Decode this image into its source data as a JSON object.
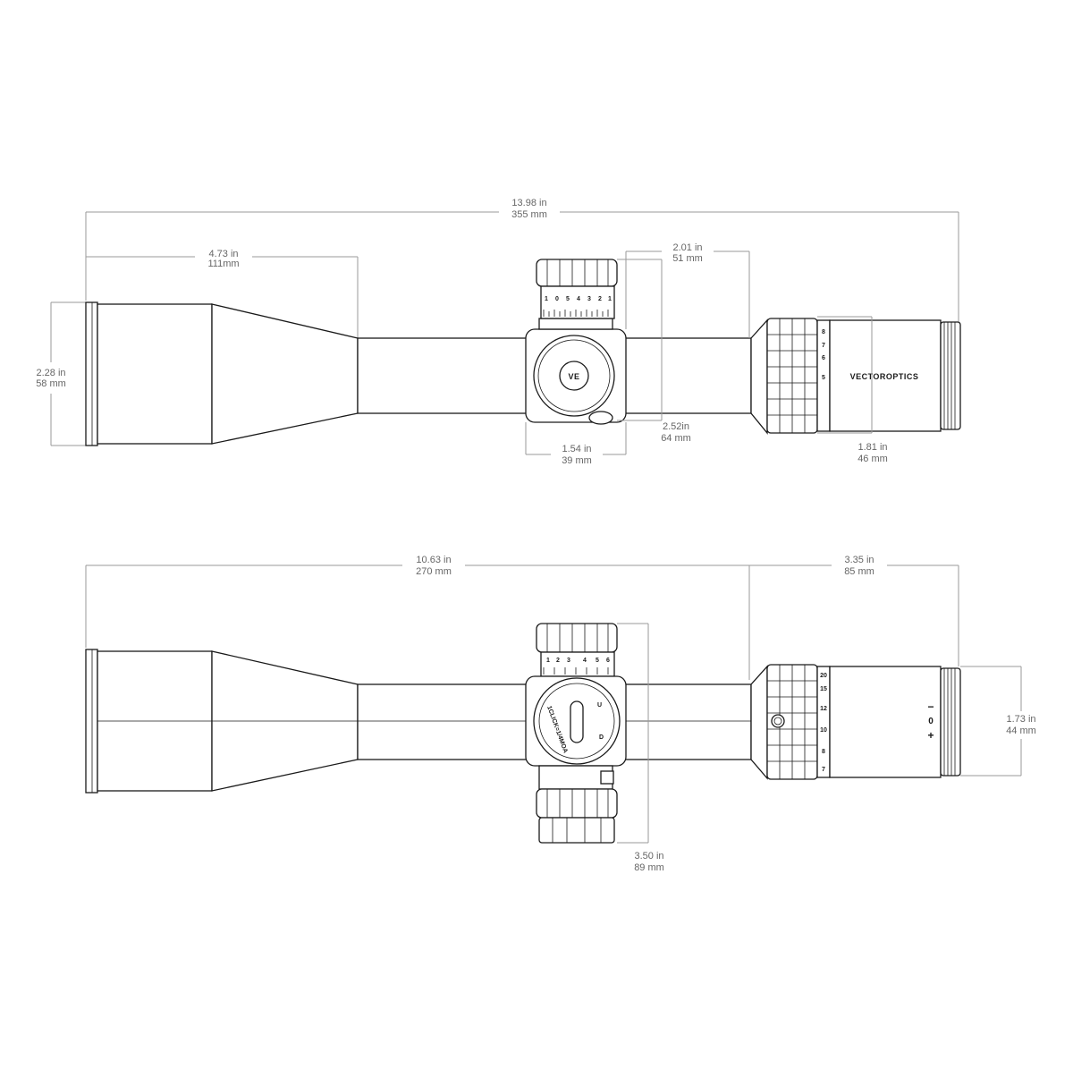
{
  "top_view": {
    "overall_length": {
      "in": "13.98 in",
      "mm": "355 mm"
    },
    "objective_bell_length": {
      "in": "4.73 in",
      "mm": "111mm"
    },
    "objective_diameter": {
      "in": "2.28 in",
      "mm": "58 mm"
    },
    "saddle_to_eyepiece": {
      "in": "2.01 in",
      "mm": "51 mm"
    },
    "saddle_width": {
      "in": "1.54 in",
      "mm": "39 mm"
    },
    "turret_height": {
      "in": "2.52in",
      "mm": "64 mm"
    },
    "eyepiece_length": {
      "in": "1.81 in",
      "mm": "46 mm"
    },
    "brand_text": "VECTOROPTICS",
    "turret_scale": [
      "1",
      "0",
      "5",
      "4",
      "3",
      "2",
      "1"
    ],
    "zoom_scale": [
      "8",
      "7",
      "6",
      "5"
    ]
  },
  "side_view": {
    "objective_to_eyepiece": {
      "in": "10.63 in",
      "mm": "270 mm"
    },
    "eyepiece_length": {
      "in": "3.35 in",
      "mm": "85 mm"
    },
    "eyepiece_diameter": {
      "in": "1.73 in",
      "mm": "44 mm"
    },
    "turret_height": {
      "in": "3.50 in",
      "mm": "89 mm"
    },
    "windage_text_1": "1CLICK=1/4MOA",
    "windage_letters": {
      "up": "U",
      "down": "D"
    },
    "turret_scale": [
      "1",
      "2",
      "3",
      "4",
      "5",
      "6"
    ],
    "zoom_scale": [
      "20",
      "15",
      "12",
      "10",
      "8",
      "7"
    ],
    "diopter_signs": [
      "+",
      "0",
      "−"
    ]
  }
}
